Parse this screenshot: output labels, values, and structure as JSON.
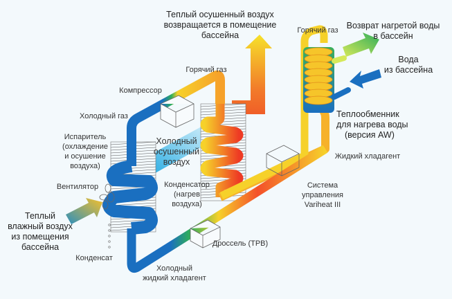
{
  "labels": {
    "warm_dry_air_return": [
      "Теплый осушенный воздух",
      "возвращается в помещение",
      "бассейна"
    ],
    "hot_gas_top": "Горячий газ",
    "hot_gas_right": "Горячий газ",
    "heated_water_return": [
      "Возврат нагретой воды",
      "в бассейн"
    ],
    "water_from_pool": [
      "Вода",
      "из бассейна"
    ],
    "compressor": "Компрессор",
    "cold_gas": "Холодный газ",
    "evaporator": [
      "Испаритель",
      "(охлаждение",
      "и осушение",
      "воздуха)"
    ],
    "cold_dry_air": [
      "Холодный",
      "осушенный",
      "воздух"
    ],
    "heat_exchanger": [
      "Теплообменник",
      "для нагрева воды",
      "(версия AW)"
    ],
    "liquid_refrigerant": "Жидкий хладагент",
    "fan": "Вентилятор",
    "condenser": [
      "Конденсатор",
      "(нагрев",
      "воздуха)"
    ],
    "control_system": [
      "Система",
      "управления",
      "Variheat III"
    ],
    "warm_humid_air": [
      "Теплый",
      "влажный воздух",
      "из помещения",
      "бассейна"
    ],
    "throttle": "Дроссель (ТРВ)",
    "condensate": "Конденсат",
    "cold_liquid_refrigerant": [
      "Холодный",
      "жидкий хладагент"
    ]
  },
  "colors": {
    "cold": "#1a6fc0",
    "warm": "#f6d12a",
    "hot": "#ee3b24",
    "water_out": "#8cc63f",
    "background": "#f3f9fc"
  }
}
